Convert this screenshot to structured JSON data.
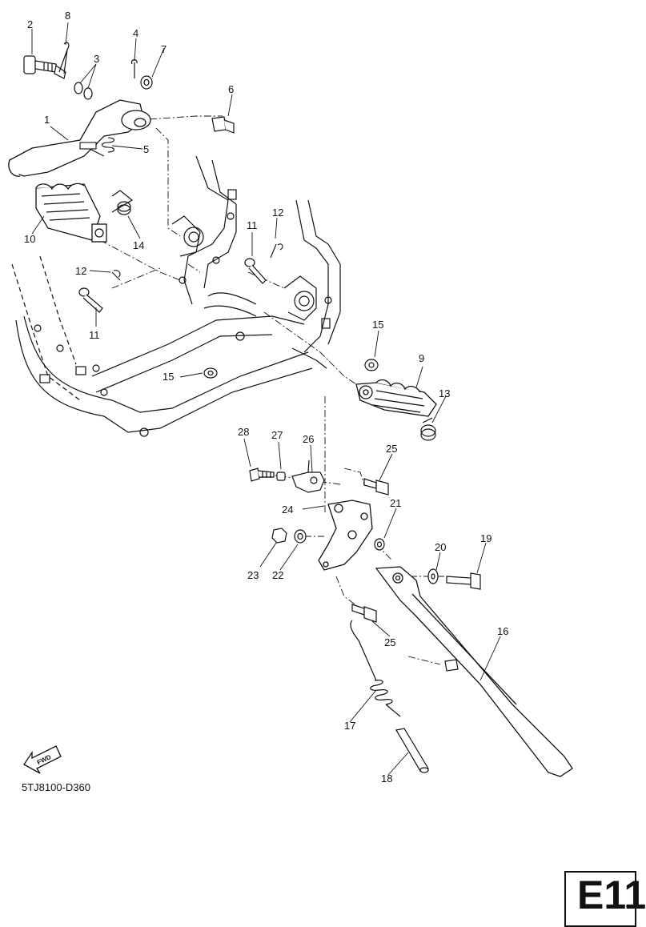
{
  "diagram": {
    "callouts": [
      "1",
      "2",
      "3",
      "4",
      "5",
      "6",
      "7",
      "8",
      "9",
      "10",
      "11",
      "11",
      "12",
      "12",
      "13",
      "14",
      "15",
      "15",
      "16",
      "17",
      "18",
      "19",
      "20",
      "21",
      "22",
      "23",
      "24",
      "25",
      "25",
      "26",
      "27",
      "28"
    ],
    "fwd_label": "FWD",
    "figure_code": "5TJ8100-D360",
    "section_code": "E11"
  }
}
